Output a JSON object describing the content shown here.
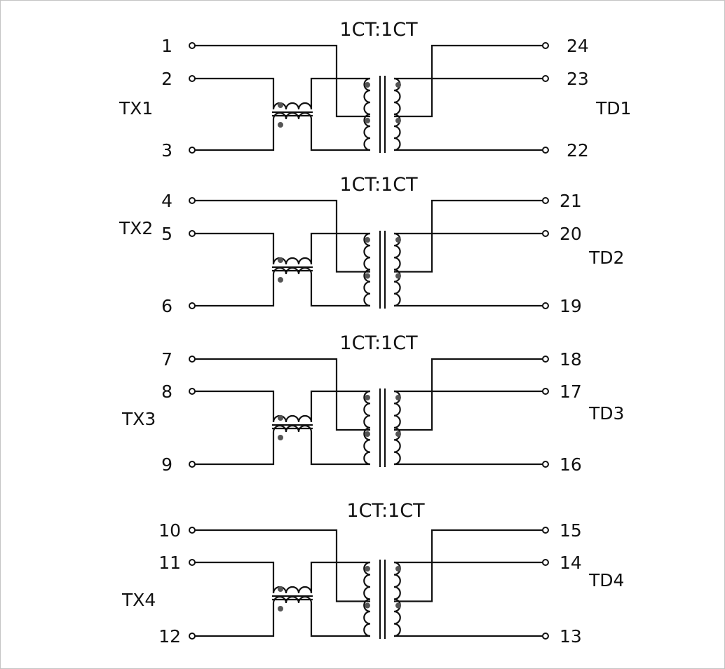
{
  "diagram": {
    "channels": [
      {
        "ratio_label": "1CT:1CT",
        "tx_label": "TX1",
        "td_label": "TD1",
        "pins_left": [
          "1",
          "2",
          "3"
        ],
        "pins_right": [
          "24",
          "23",
          "22"
        ]
      },
      {
        "ratio_label": "1CT:1CT",
        "tx_label": "TX2",
        "td_label": "TD2",
        "pins_left": [
          "4",
          "5",
          "6"
        ],
        "pins_right": [
          "21",
          "20",
          "19"
        ]
      },
      {
        "ratio_label": "1CT:1CT",
        "tx_label": "TX3",
        "td_label": "TD3",
        "pins_left": [
          "7",
          "8",
          "9"
        ],
        "pins_right": [
          "18",
          "17",
          "16"
        ]
      },
      {
        "ratio_label": "1CT:1CT",
        "tx_label": "TX4",
        "td_label": "TD4",
        "pins_left": [
          "10",
          "11",
          "12"
        ],
        "pins_right": [
          "15",
          "14",
          "13"
        ]
      }
    ]
  }
}
